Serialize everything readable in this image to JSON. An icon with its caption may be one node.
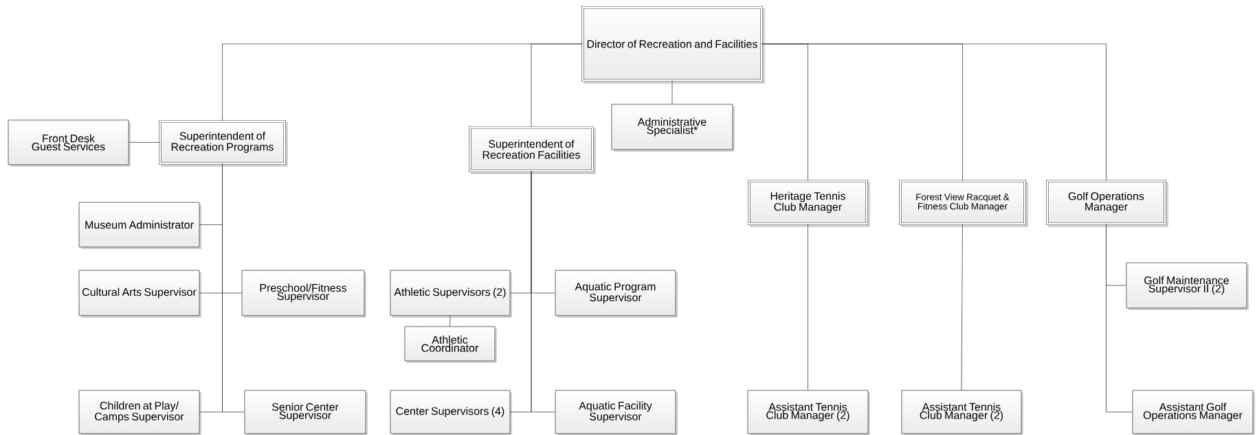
{
  "diagram": {
    "nodes": [
      {
        "text": [
          "Director of Recreation and Facilities"
        ]
      },
      {
        "text": [
          "Front Desk Guest Services"
        ]
      },
      {
        "text": [
          "Superintendent of Recreation Programs"
        ]
      },
      {
        "text": [
          "Superintendent of Recreation Facilities"
        ]
      },
      {
        "text": [
          "Administrative Specialist*"
        ]
      },
      {
        "text": [
          "Heritage Tennis Club Manager"
        ]
      },
      {
        "text": [
          "Forest View Racquet & Fitness Club Manager"
        ]
      },
      {
        "text": [
          "Golf Operations Manager"
        ]
      },
      {
        "text": [
          "Museum Administrator"
        ]
      },
      {
        "text": [
          "Cultural Arts Supervisor"
        ]
      },
      {
        "text": [
          "Preschool/Fitness Supervisor"
        ]
      },
      {
        "text": [
          "Athletic Supervisors (2)"
        ]
      },
      {
        "text": [
          "Aquatic Program Supervisor"
        ]
      },
      {
        "text": [
          "Golf Maintenance Supervisor II (2)"
        ]
      },
      {
        "text": [
          "Athletic Coordinator"
        ]
      },
      {
        "text": [
          "Children at Play/ Camps  Supervisor"
        ]
      },
      {
        "text": [
          "Senior Center Supervisor"
        ]
      },
      {
        "text": [
          "Center Supervisors (4)"
        ]
      },
      {
        "text": [
          "Aquatic Facility Supervisor"
        ]
      },
      {
        "text": [
          "Assistant Tennis Club Manager (2)"
        ]
      },
      {
        "text": [
          "Assistant Tennis Club Manager (2)"
        ]
      },
      {
        "text": [
          "Assistant Golf Operations Manager"
        ]
      }
    ],
    "edges": [
      {
        "from": 0,
        "to": 2,
        "arrow": "none"
      },
      {
        "from": 0,
        "to": 3,
        "arrow": "none"
      },
      {
        "from": 0,
        "to": 4,
        "arrow": "none"
      },
      {
        "from": 0,
        "to": 5,
        "arrow": "none"
      },
      {
        "from": 0,
        "to": 6,
        "arrow": "none"
      },
      {
        "from": 0,
        "to": 7,
        "arrow": "none"
      },
      {
        "from": 2,
        "to": 1,
        "arrow": "none"
      },
      {
        "from": 2,
        "to": 8,
        "arrow": "none"
      },
      {
        "from": 2,
        "to": 9,
        "arrow": "none"
      },
      {
        "from": 2,
        "to": 10,
        "arrow": "none"
      },
      {
        "from": 2,
        "to": 15,
        "arrow": "none"
      },
      {
        "from": 2,
        "to": 16,
        "arrow": "none"
      },
      {
        "from": 3,
        "to": 11,
        "arrow": "none"
      },
      {
        "from": 3,
        "to": 12,
        "arrow": "none"
      },
      {
        "from": 3,
        "to": 17,
        "arrow": "none"
      },
      {
        "from": 3,
        "to": 18,
        "arrow": "none"
      },
      {
        "from": 11,
        "to": 14,
        "arrow": "none"
      },
      {
        "from": 5,
        "to": 19,
        "arrow": "none"
      },
      {
        "from": 6,
        "to": 20,
        "arrow": "none"
      },
      {
        "from": 7,
        "to": 13,
        "arrow": "none"
      },
      {
        "from": 7,
        "to": 21,
        "arrow": "none"
      }
    ]
  }
}
